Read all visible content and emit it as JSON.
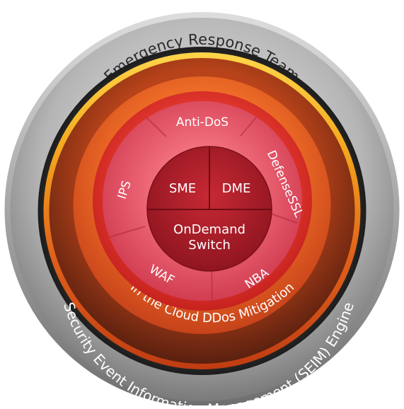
{
  "diagram": {
    "outer_ring_label": "Emergency Response Team",
    "engine_label": "Security Event Information Management (SEIM) Engine",
    "cloud_label": "In the Cloud DDos Mitigation",
    "segments": [
      {
        "label": "Anti-DoS"
      },
      {
        "label": "DefenseSSL"
      },
      {
        "label": "NBA"
      },
      {
        "label": "WAF"
      },
      {
        "label": "IPS"
      }
    ],
    "core": {
      "top_left": "SME",
      "top_right": "DME",
      "bottom_line1": "OnDemand",
      "bottom_line2": "Switch"
    },
    "colors": {
      "bezel": "#c8c8c8",
      "yellow": "#f2b51c",
      "orange": "#e8661e",
      "brown": "#6e2a14",
      "red_band": "#e2312f",
      "segments": "#df5368",
      "core": "#b01c27"
    }
  }
}
